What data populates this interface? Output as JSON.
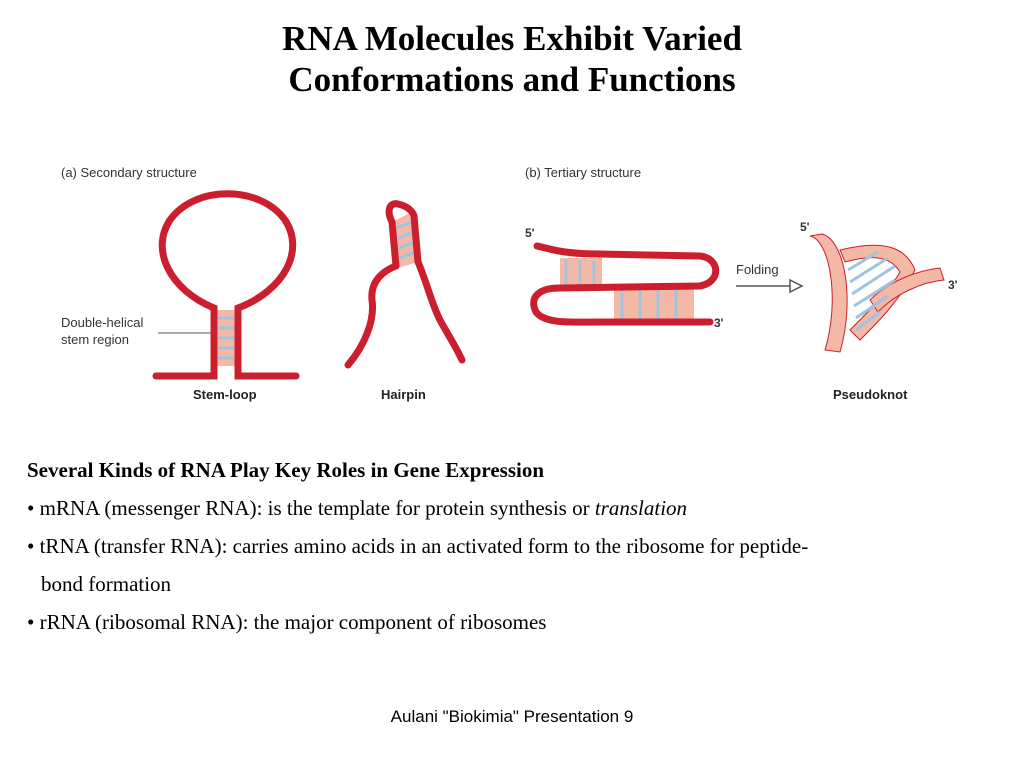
{
  "slide": {
    "title_line1": "RNA Molecules Exhibit Varied",
    "title_line2": "Conformations and Functions"
  },
  "figure": {
    "panel_a_label": "(a) Secondary structure",
    "panel_b_label": "(b) Tertiary structure",
    "stem_annotation_line1": "Double-helical",
    "stem_annotation_line2": "stem region",
    "stem_loop_name": "Stem-loop",
    "hairpin_name": "Hairpin",
    "pseudoknot_name": "Pseudoknot",
    "folding_label": "Folding",
    "five_prime_left": "5'",
    "three_prime_left": "3'",
    "five_prime_right": "5'",
    "three_prime_right": "3'",
    "colors": {
      "strand": "#cc1f2e",
      "base_pair": "#9fc3e0",
      "backbone_fill": "#f4b8a6"
    }
  },
  "content": {
    "heading": "Several Kinds of RNA Play Key Roles in Gene Expression",
    "bullet1_text": "• mRNA (messenger RNA): is the template for protein synthesis or ",
    "bullet1_italic": "translation",
    "bullet2_line1": "• tRNA (transfer RNA): carries amino acids in an activated form to the ribosome for peptide-",
    "bullet2_line2": "bond formation",
    "bullet3_text": "• rRNA (ribosomal RNA): the major component of ribosomes"
  },
  "footer": {
    "text": "Aulani \"Biokimia\" Presentation 9"
  }
}
